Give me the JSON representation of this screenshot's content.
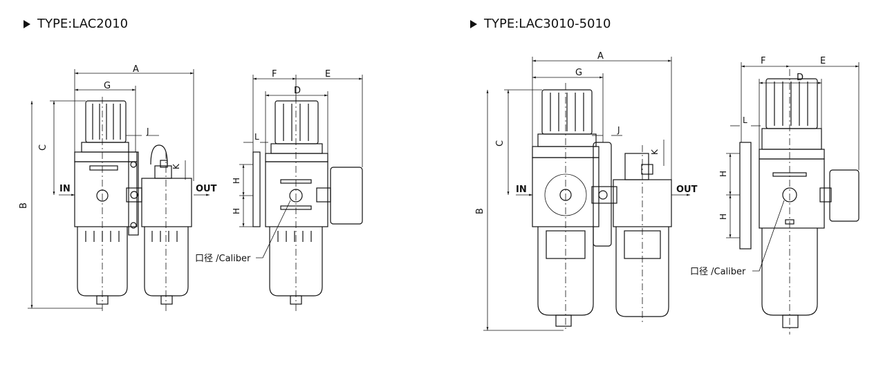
{
  "left_panel": {
    "type_label": "TYPE:LAC2010",
    "dims": {
      "A": "A",
      "G": "G",
      "C": "C",
      "B": "B",
      "J": "J",
      "K": "K",
      "F": "F",
      "E": "E",
      "D": "D",
      "L": "L",
      "H1": "H",
      "H2": "H"
    },
    "in_label": "IN",
    "out_label": "OUT",
    "caliber_label": "口径 /Caliber"
  },
  "right_panel": {
    "type_label": "TYPE:LAC3010-5010",
    "dims": {
      "A": "A",
      "G": "G",
      "C": "C",
      "B": "B",
      "J": "J",
      "K": "K",
      "F": "F",
      "E": "E",
      "D": "D",
      "L": "L",
      "H1": "H",
      "H2": "H"
    },
    "in_label": "IN",
    "out_label": "OUT",
    "caliber_label": "口径 /Caliber"
  }
}
